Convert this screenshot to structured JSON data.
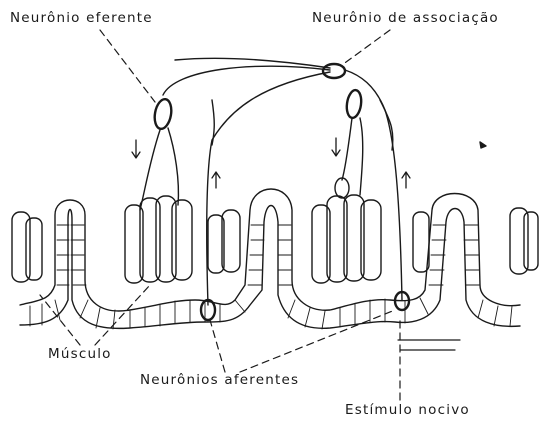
{
  "labels": {
    "efferent": "Neurônio eferente",
    "association": "Neurônio de associação",
    "muscle": "Músculo",
    "afferent": "Neurônios aferentes",
    "stimulus": "Estímulo nocivo"
  },
  "colors": {
    "ink": "#1a1a1a",
    "paper": "#ffffff"
  }
}
